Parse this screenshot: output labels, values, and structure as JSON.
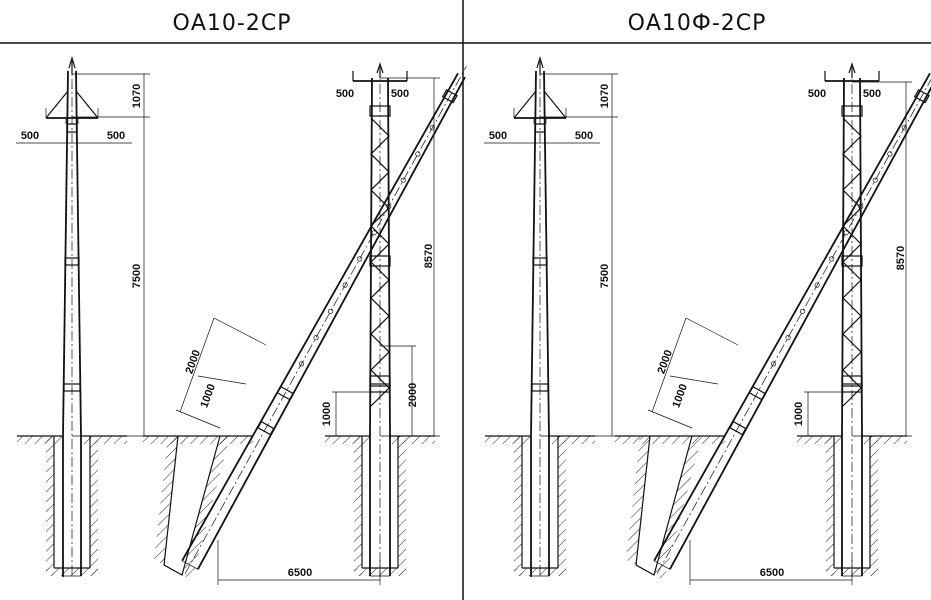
{
  "panels": [
    {
      "title": "ОА10-2СР",
      "dims": {
        "top_height": "1070",
        "crossarm_left": "500",
        "crossarm_right": "500",
        "pole_height": "7500",
        "lift_top_left": "500",
        "lift_top_right": "500",
        "lift_height": "8570",
        "brace_2000": "2000",
        "brace_1000": "1000",
        "base_1000": "1000",
        "base_2000": "2000",
        "spread": "6500"
      }
    },
    {
      "title": "ОА10Ф-2СР",
      "dims": {
        "top_height": "1070",
        "crossarm_left": "500",
        "crossarm_right": "500",
        "pole_height": "7500",
        "lift_top_left": "500",
        "lift_top_right": "500",
        "lift_height": "8570",
        "brace_2000": "2000",
        "brace_1000": "1000",
        "base_1000": "1000",
        "spread": "6500"
      }
    }
  ]
}
